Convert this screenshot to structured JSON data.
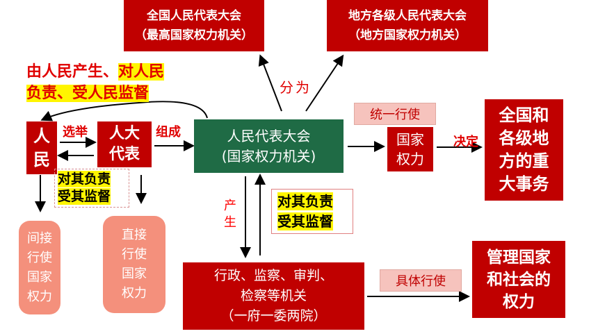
{
  "top": {
    "npc": {
      "line1": "全国人民代表大会",
      "line2": "（最高国家权力机关）"
    },
    "local": {
      "line1": "地方各级人民代表大会",
      "line2": "（地方国家权力机关）"
    }
  },
  "divide_label": "分为",
  "origin_text": {
    "part1": "由人民产生、",
    "part2": "对人民",
    "part3": "负责、受人民监督"
  },
  "people": {
    "c1": "人",
    "c2": "民"
  },
  "elect_label": "选举",
  "deputies": {
    "line1": "人大",
    "line2": "代表"
  },
  "form_label": "组成",
  "congress": {
    "line1": "人民代表大会",
    "line2": "(国家权力机关)"
  },
  "responsible_left": {
    "line1": "对其负责",
    "line2": "受其监督"
  },
  "responsible_mid": {
    "line1": "对其负责",
    "line2": "受其监督"
  },
  "unified_exercise": "统一行使",
  "state_power": {
    "line1": "国家",
    "line2": "权力"
  },
  "decide_label": "决定",
  "major_affairs": {
    "line1": "全国和",
    "line2": "各级地",
    "line3": "方的重",
    "line4": "大事务"
  },
  "indirect": {
    "line1": "间接",
    "line2": "行使",
    "line3": "国家",
    "line4": "权力"
  },
  "direct": {
    "line1": "直接",
    "line2": "行使",
    "line3": "国家",
    "line4": "权力"
  },
  "produce_label": "产生",
  "organs": {
    "line1": "行政、监察、审判、",
    "line2": "检察等机关",
    "line3": "（一府一委两院）"
  },
  "concrete_exercise": "具体行使",
  "manage_power": {
    "line1": "管理国家",
    "line2": "和社会的",
    "line3": "权力"
  }
}
